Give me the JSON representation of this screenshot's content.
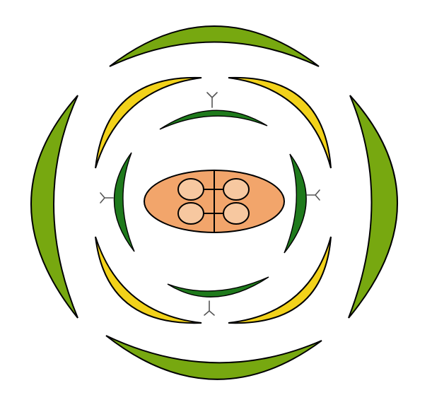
{
  "diagram": {
    "colors": {
      "background": "#ffffff",
      "outer_whorl": "#77a810",
      "second_whorl": "#f2d21a",
      "inner_whorl": "#1f7a1c",
      "ovary": "#f2a56b",
      "locule": "#f7c8a0",
      "outline": "#000000",
      "tick": "#555555"
    },
    "whorls": [
      {
        "name": "outer",
        "count": 4
      },
      {
        "name": "second",
        "count": 4
      },
      {
        "name": "inner",
        "count": 4
      }
    ],
    "ovary": {
      "locules": 4,
      "has_septum": true
    }
  }
}
